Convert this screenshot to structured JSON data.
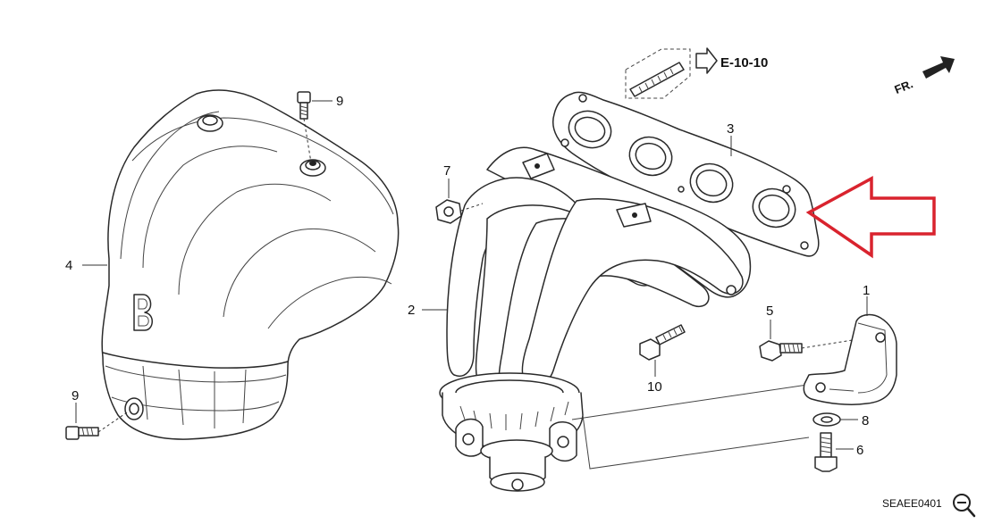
{
  "diagram": {
    "reference_label": "E-10-10",
    "front_label": "FR.",
    "diagram_code": "SEAEE0401",
    "zoom_icon": "zoom-out-icon",
    "highlight_color": "#d9232e",
    "callouts": [
      "1",
      "2",
      "3",
      "4",
      "5",
      "6",
      "7",
      "8",
      "9",
      "9",
      "10"
    ]
  }
}
